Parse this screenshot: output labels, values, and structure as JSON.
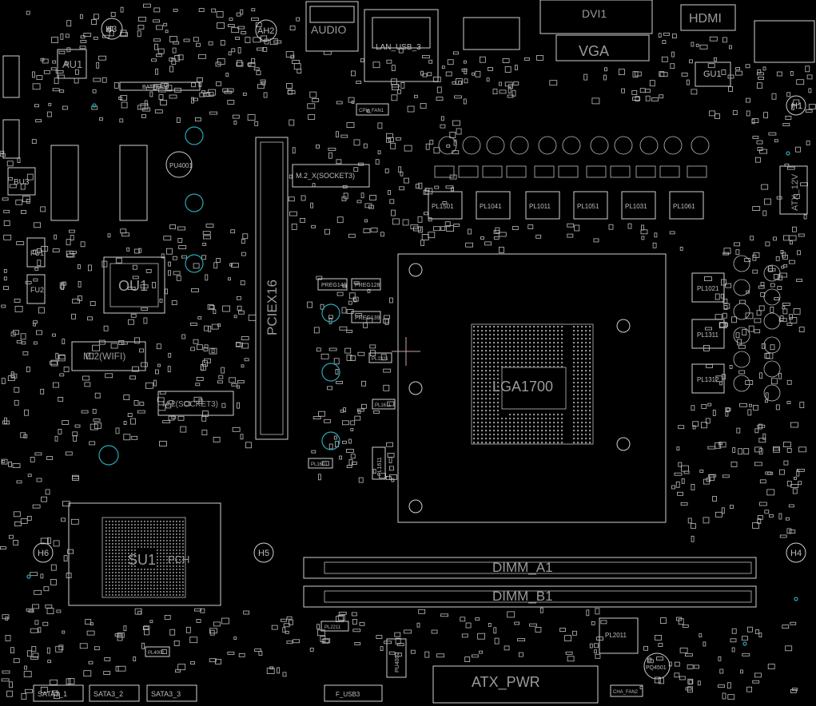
{
  "board": {
    "background": "#000000",
    "silkscreen_color": "#d0d0d0",
    "mounting_hole_color": "#2aa6b4",
    "cursor_color": "#c7a0a0"
  },
  "labels": {
    "h3": "H3",
    "au1": "AU1",
    "ah2": "AH2",
    "audio": "AUDIO",
    "lan": "LAN_USB_3",
    "dvi": "DVI1",
    "vga": "VGA",
    "hdmi": "HDMI",
    "gu1": "GU1",
    "h1": "H1",
    "battery": "BATTERY",
    "bu3": "BU3",
    "pu4001": "PU4001",
    "m2x": "M.2_X(SOCKET3)",
    "ou1": "OU1",
    "pciex16": "PCIEX16",
    "m2wifi": "M.2(WIFI)",
    "m2socket3": "M.2(SOCKET3)",
    "cpu_socket": "LGA1700",
    "pch": "PCH",
    "su1": "SU1",
    "h6": "H6",
    "h5": "H5",
    "h4": "H4",
    "dimm_a1": "DIMM_A1",
    "dimm_b1": "DIMM_B1",
    "atx_pwr": "ATX_PWR",
    "atx_12v": "ATX_12V",
    "pl1501": "PL1501",
    "pl1041": "PL1041",
    "pl1011": "PL1011",
    "pl1051": "PL1051",
    "pl1031": "PL1031",
    "pl1061": "PL1061",
    "pl1021": "PL1021",
    "pl1311": "PL1311",
    "pl1312": "PL1312",
    "pl2011": "PL2011",
    "pq4501": "PQ4501",
    "pu4002": "PU4002",
    "pl4001": "PL4001",
    "pl2211": "PL2211",
    "pl1601": "PL1601",
    "pl1611": "PL1611",
    "pl1321": "PL1321",
    "pl1611b": "PL1611",
    "preg140": "PREG140",
    "preg128": "PREG128",
    "preg139": "PREG139",
    "sata_1": "SATA3_1",
    "sata_2": "SATA3_2",
    "sata_3": "SATA3_3",
    "cha_fan": "CHA_FAN2",
    "cpu_fan": "CPU_FAN1",
    "f_usb": "F_USB3",
    "fu1": "FU1",
    "fu2": "FU2"
  }
}
